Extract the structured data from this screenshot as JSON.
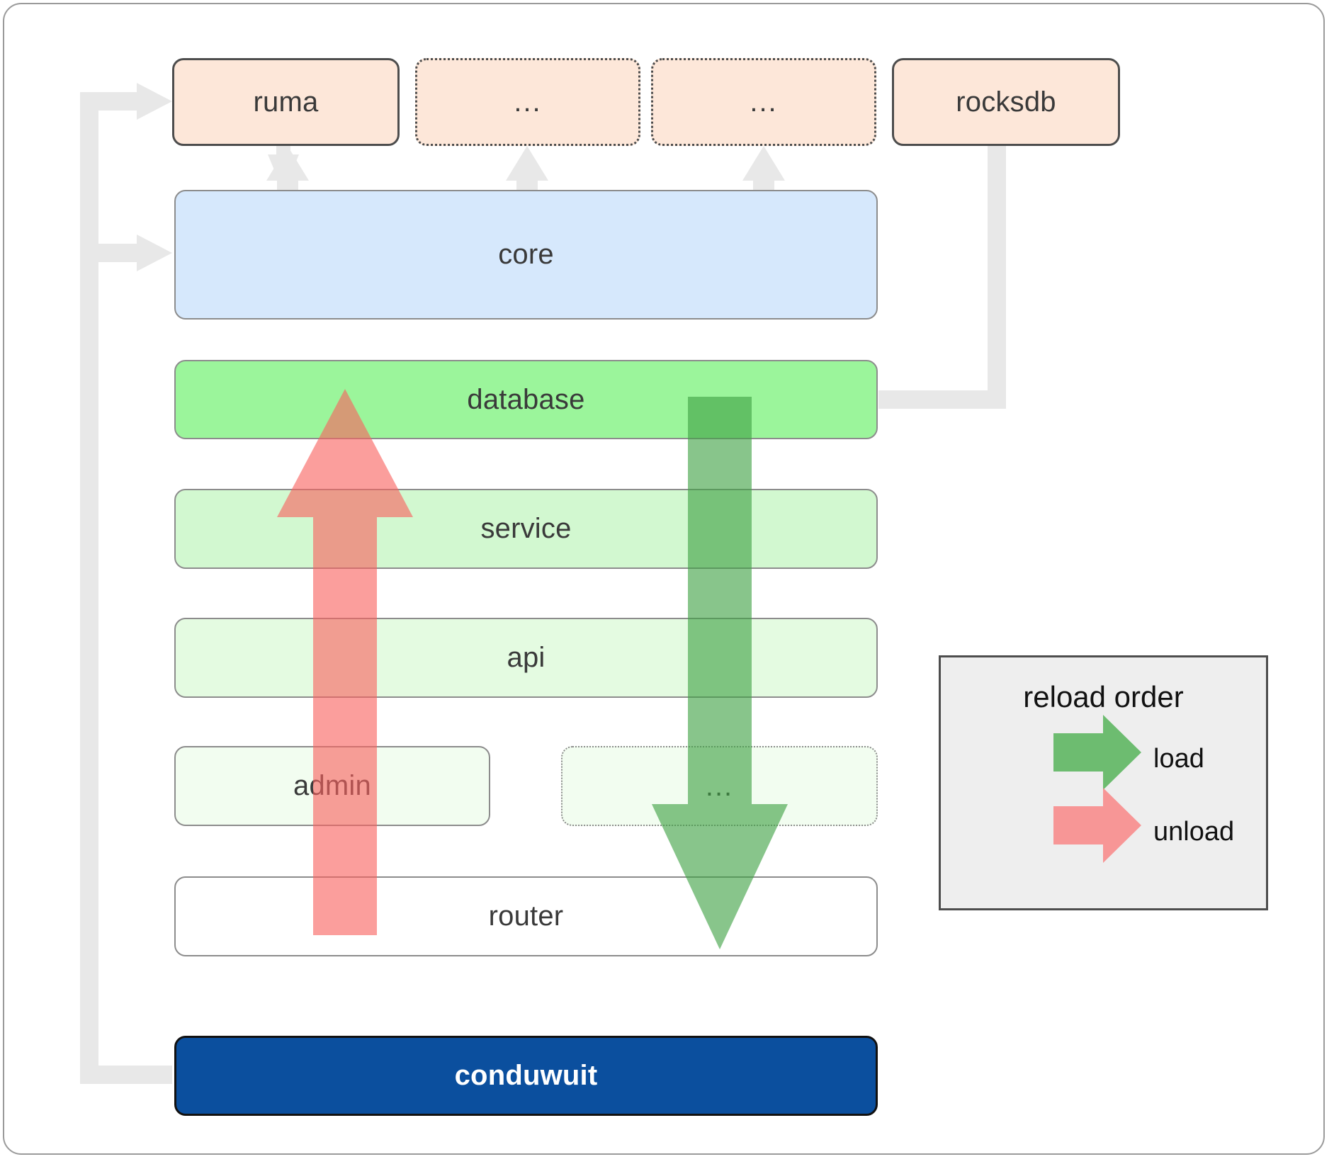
{
  "diagram": {
    "title": "conduwuit crate / reload order architecture",
    "dependencies": [
      {
        "id": "ruma",
        "label": "ruma",
        "style": "solid"
      },
      {
        "id": "dep2",
        "label": "...",
        "style": "dotted"
      },
      {
        "id": "dep3",
        "label": "...",
        "style": "dotted"
      },
      {
        "id": "rocksdb",
        "label": "rocksdb",
        "style": "solid"
      }
    ],
    "layers": [
      {
        "id": "core",
        "label": "core",
        "color": "#d6e8fc",
        "style": "solid"
      },
      {
        "id": "database",
        "label": "database",
        "color": "#9bf59b",
        "style": "solid"
      },
      {
        "id": "service",
        "label": "service",
        "color": "#d2f8d0",
        "style": "solid"
      },
      {
        "id": "api",
        "label": "api",
        "color": "#e4fbe1",
        "style": "solid"
      },
      {
        "id": "admin",
        "label": "admin",
        "color": "#f2fdf0",
        "style": "solid"
      },
      {
        "id": "extra",
        "label": "...",
        "color": "#f2fdf0",
        "style": "dotted"
      },
      {
        "id": "router",
        "label": "router",
        "color": "#ffffff",
        "style": "solid"
      }
    ],
    "application": {
      "id": "conduwuit",
      "label": "conduwuit",
      "color": "#0b4f9e"
    },
    "legend": {
      "title": "reload order",
      "items": [
        {
          "id": "load",
          "label": "load",
          "color": "#4caf50"
        },
        {
          "id": "unload",
          "label": "unload",
          "color": "#f98080"
        }
      ]
    },
    "colors": {
      "dependency_fill": "#fde7d9",
      "connector": "#e8e8e8",
      "load_arrow": "#4caf50",
      "unload_arrow": "#f98080",
      "frame_border": "#9a9a9a"
    }
  }
}
